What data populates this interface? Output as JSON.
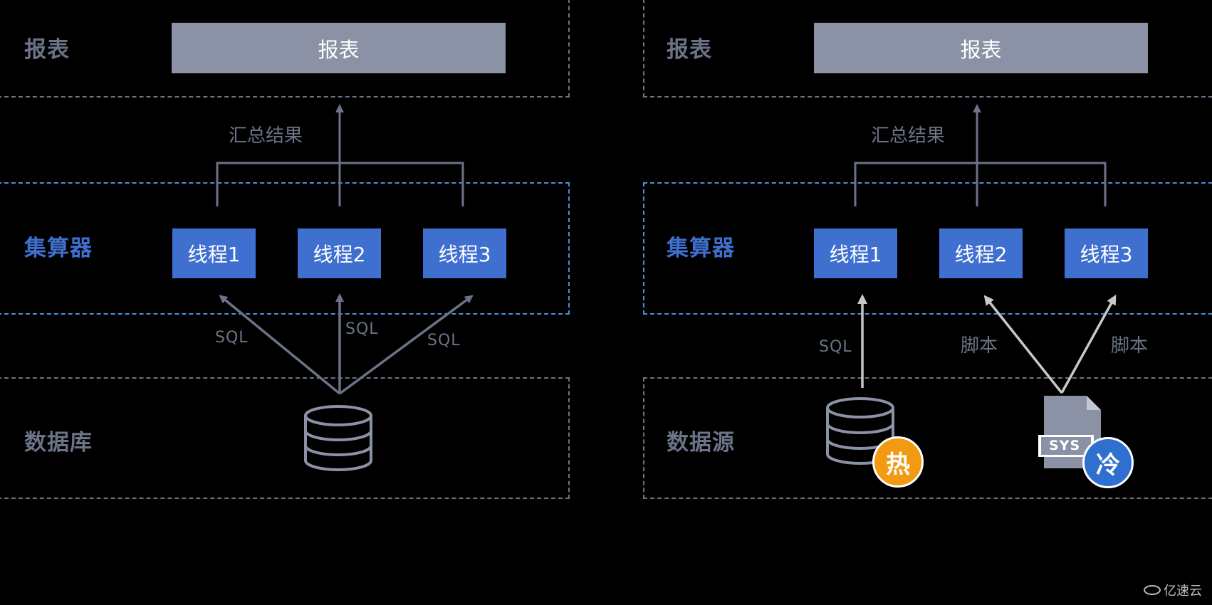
{
  "left": {
    "report_label": "报表",
    "report_box": "报表",
    "summary_label": "汇总结果",
    "calc_label": "集算器",
    "threads": [
      "线程1",
      "线程2",
      "线程3"
    ],
    "sql_labels": [
      "SQL",
      "SQL",
      "SQL"
    ],
    "source_label": "数据库",
    "source_icon": "database-icon"
  },
  "right": {
    "report_label": "报表",
    "report_box": "报表",
    "summary_label": "汇总结果",
    "calc_label": "集算器",
    "threads": [
      "线程1",
      "线程2",
      "线程3"
    ],
    "link_labels": [
      "SQL",
      "脚本",
      "脚本"
    ],
    "source_label": "数据源",
    "source_icons": [
      "database-icon",
      "sys-file-icon"
    ],
    "badges": [
      "热",
      "冷"
    ],
    "sys_file_text": "SYS"
  },
  "watermark": "亿速云",
  "colors": {
    "gray": "#6b7386",
    "blue": "#3f6fcf",
    "report_fill": "#8c92a5",
    "hot": "#f29a12",
    "cold": "#2f6fd0",
    "script_arrow": "#c8c8c8"
  }
}
